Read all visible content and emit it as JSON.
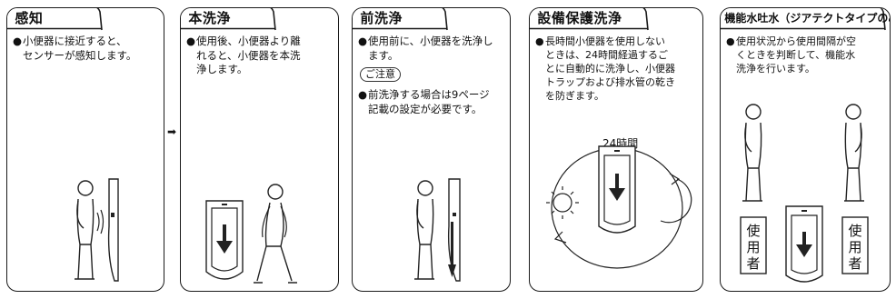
{
  "bullet": "●",
  "connector_arrow": "➡",
  "panels": [
    {
      "title": "感知",
      "text": [
        "小便器に接近すると、",
        "センサーが感知します。"
      ]
    },
    {
      "title": "本洗浄",
      "text": [
        "使用後、小便器より離",
        "れると、小便器を本洗",
        "浄します。"
      ]
    },
    {
      "title": "前洗浄",
      "text": [
        "使用前に、小便器を洗浄し",
        "ます。"
      ],
      "caution": "ご注意",
      "note": [
        "前洗浄する場合は9ページ",
        "記載の設定が必要です。"
      ]
    },
    {
      "title": "設備保護洗浄",
      "text": [
        "長時間小便器を使用しない",
        "ときは、24時間経過するご",
        "とに自動的に洗浄し、小便器",
        "トラップおよび排水管の乾き",
        "を防ぎます。"
      ],
      "cycle_label": "24時間"
    },
    {
      "title": "機能水吐水（ジアテクトタイプのみ）",
      "text": [
        "使用状況から使用間隔が空",
        "くときを判断して、機能水",
        "洗浄を行います。"
      ],
      "sign": "使用者"
    }
  ]
}
